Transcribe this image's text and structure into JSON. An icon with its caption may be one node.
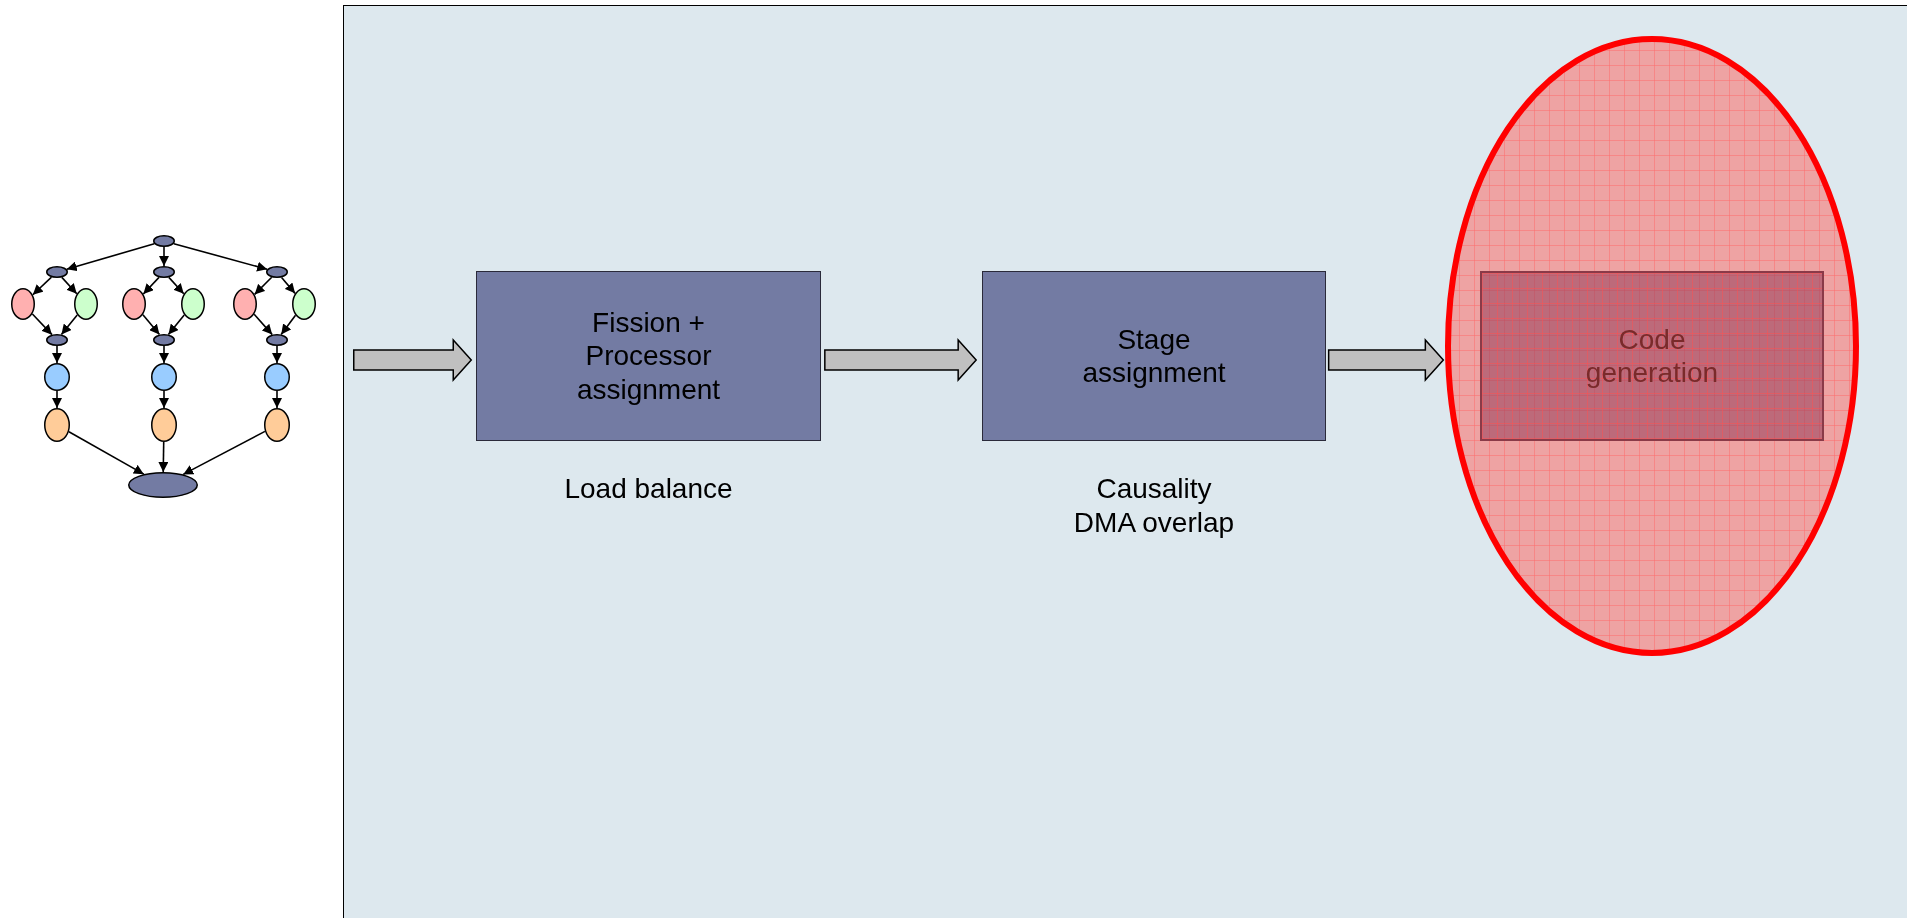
{
  "diagram": {
    "nodes": [
      {
        "text": [],
        "shape": "ellipse"
      },
      {
        "text": [],
        "shape": "ellipse"
      },
      {
        "text": [],
        "shape": "ellipse"
      },
      {
        "text": [],
        "shape": "ellipse"
      },
      {
        "text": [],
        "shape": "ellipse"
      },
      {
        "text": [],
        "shape": "ellipse"
      },
      {
        "text": [],
        "shape": "ellipse"
      },
      {
        "text": [],
        "shape": "ellipse"
      },
      {
        "text": [],
        "shape": "ellipse"
      },
      {
        "text": [],
        "shape": "ellipse"
      },
      {
        "text": [],
        "shape": "ellipse"
      },
      {
        "text": [],
        "shape": "ellipse"
      },
      {
        "text": [],
        "shape": "ellipse"
      },
      {
        "text": [],
        "shape": "ellipse"
      },
      {
        "text": [],
        "shape": "ellipse"
      },
      {
        "text": [],
        "shape": "ellipse"
      },
      {
        "text": [],
        "shape": "ellipse"
      },
      {
        "text": [],
        "shape": "ellipse"
      },
      {
        "text": [],
        "shape": "ellipse"
      },
      {
        "text": [],
        "shape": "ellipse"
      },
      {
        "text": [],
        "shape": "box"
      },
      {
        "text": [
          "Fission + Processor assignment"
        ],
        "in": 20,
        "beside": [
          "Load balance"
        ]
      },
      {
        "text": [
          "Stage assignment"
        ],
        "in": 20,
        "beside": [
          "Causality DMA overlap"
        ]
      },
      {
        "text": [],
        "shape": "ellipse",
        "in": 20
      },
      {
        "text": [
          "Code generation"
        ],
        "in": 23
      }
    ],
    "edges": [
      {
        "from": 0,
        "to": 1,
        "arrow": "to"
      },
      {
        "from": 0,
        "to": 2,
        "arrow": "to"
      },
      {
        "from": 0,
        "to": 3,
        "arrow": "to"
      },
      {
        "from": 1,
        "to": 4,
        "arrow": "to"
      },
      {
        "from": 1,
        "to": 5,
        "arrow": "to"
      },
      {
        "from": 2,
        "to": 6,
        "arrow": "to"
      },
      {
        "from": 2,
        "to": 7,
        "arrow": "to"
      },
      {
        "from": 3,
        "to": 8,
        "arrow": "to"
      },
      {
        "from": 3,
        "to": 9,
        "arrow": "to"
      },
      {
        "from": 4,
        "to": 10,
        "arrow": "to"
      },
      {
        "from": 5,
        "to": 10,
        "arrow": "to"
      },
      {
        "from": 6,
        "to": 11,
        "arrow": "to"
      },
      {
        "from": 7,
        "to": 11,
        "arrow": "to"
      },
      {
        "from": 8,
        "to": 12,
        "arrow": "to"
      },
      {
        "from": 9,
        "to": 12,
        "arrow": "to"
      },
      {
        "from": 10,
        "to": 13,
        "arrow": "to"
      },
      {
        "from": 11,
        "to": 14,
        "arrow": "to"
      },
      {
        "from": 12,
        "to": 15,
        "arrow": "to"
      },
      {
        "from": 13,
        "to": 16,
        "arrow": "to"
      },
      {
        "from": 14,
        "to": 17,
        "arrow": "to"
      },
      {
        "from": 15,
        "to": 18,
        "arrow": "to"
      },
      {
        "from": 16,
        "to": 19,
        "arrow": "to"
      },
      {
        "from": 17,
        "to": 19,
        "arrow": "to"
      },
      {
        "from": 18,
        "to": 19,
        "arrow": "to"
      },
      {
        "from": null,
        "to": 21,
        "arrow": "to",
        "style": "thick"
      },
      {
        "from": 21,
        "to": 22,
        "arrow": "to",
        "style": "thick"
      },
      {
        "from": 22,
        "to": 23,
        "arrow": "to",
        "style": "thick"
      }
    ]
  }
}
